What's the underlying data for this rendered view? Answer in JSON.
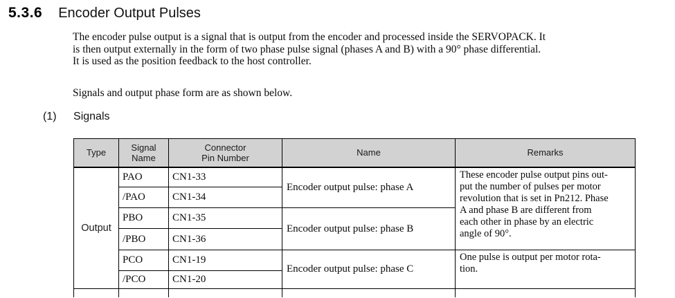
{
  "document": {
    "section_number": "5.3.6",
    "section_title": "Encoder Output Pulses",
    "intro_paragraph": "The encoder pulse output is a signal that is output from the encoder and processed inside the SERVOPACK. It\nis then output externally in the form of two phase pulse signal (phases A and B) with a 90° phase differential.\nIt is used as the position feedback to the host controller.",
    "signals_intro": "Signals and output phase form are as shown below.",
    "list_marker": "(1)",
    "list_title": "Signals"
  },
  "signals_table": {
    "headers": {
      "type": "Type",
      "signal_name": "Signal\nName",
      "connector_pin": "Connector\nPin Number",
      "name": "Name",
      "remarks": "Remarks"
    },
    "type_value": "Output",
    "rows": [
      {
        "signal": "PAO",
        "pin": "CN1-33"
      },
      {
        "signal": "/PAO",
        "pin": "CN1-34"
      },
      {
        "signal": "PBO",
        "pin": "CN1-35"
      },
      {
        "signal": "/PBO",
        "pin": "CN1-36"
      },
      {
        "signal": "PCO",
        "pin": "CN1-19"
      },
      {
        "signal": "/PCO",
        "pin": "CN1-20"
      }
    ],
    "names": [
      "Encoder output pulse: phase A",
      "Encoder output pulse: phase B",
      "Encoder output pulse: phase C"
    ],
    "remarks": [
      "These encoder pulse output pins out-\nput the number of pulses per motor\nrevolution that is set in Pn212. Phase\nA and phase B are different from\neach other in phase by an electric\nangle of 90°.",
      "One pulse is output per motor rota-\ntion."
    ]
  }
}
